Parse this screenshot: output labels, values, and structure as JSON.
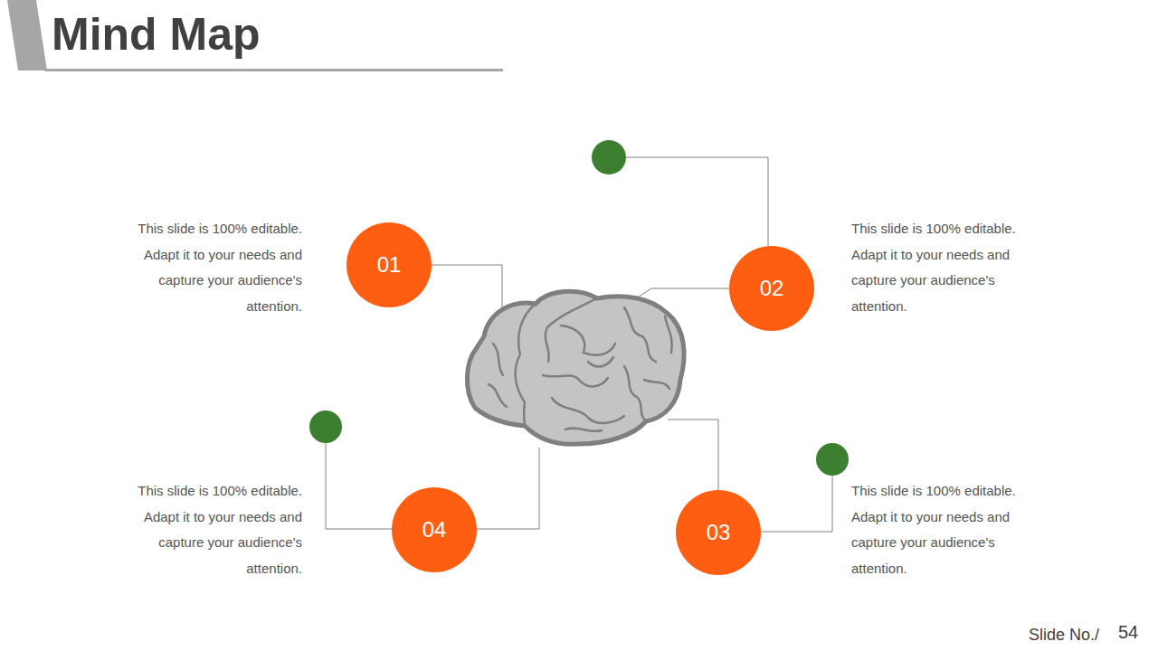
{
  "diagram": {
    "title": "Mind Map",
    "nodes": [
      {
        "text": [
          "01"
        ]
      },
      {
        "text": [
          "02"
        ]
      },
      {
        "text": [
          "04"
        ]
      },
      {
        "text": [
          "03"
        ]
      }
    ],
    "labels": [
      "This slide is 100% editable. Adapt it to your needs and capture your audience's attention.",
      "This slide is 100% editable. Adapt it to your needs and capture your audience's attention.",
      "This slide is 100% editable. Adapt it to your needs and capture your audience's attention.",
      "This slide is 100% editable. Adapt it to your needs and capture your audience's attention.",
      "Slide No./",
      "54"
    ]
  }
}
